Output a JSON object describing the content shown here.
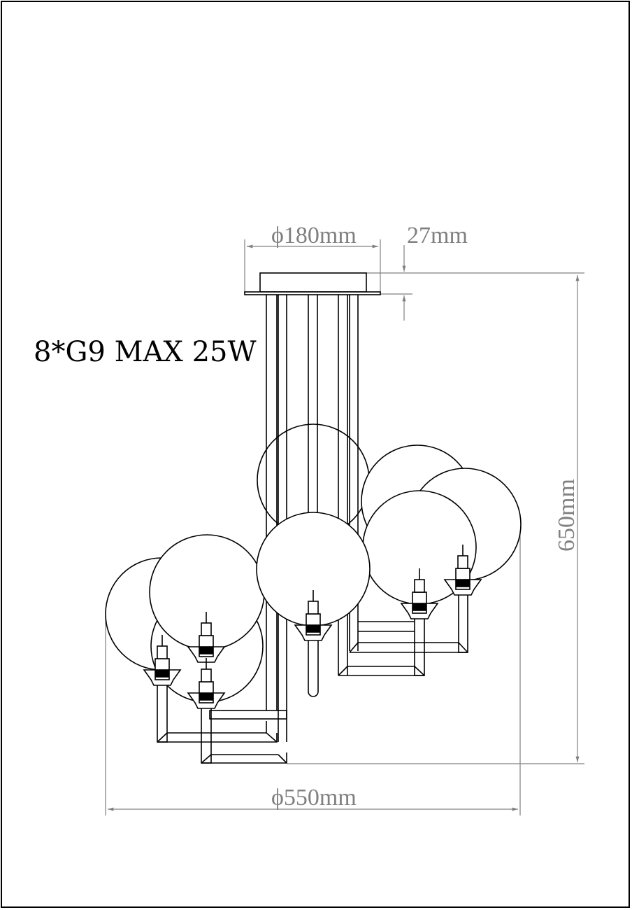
{
  "spec_label": "8*G9 MAX 25W",
  "dimensions": {
    "canopy_diameter": "ϕ180mm",
    "canopy_height": "27mm",
    "overall_height": "650mm",
    "overall_diameter": "ϕ550mm"
  },
  "colors": {
    "line": "#000000",
    "dimension": "#808080"
  },
  "icons": [
    "chandelier-icon",
    "globe-icon",
    "g9-bulb-icon"
  ]
}
